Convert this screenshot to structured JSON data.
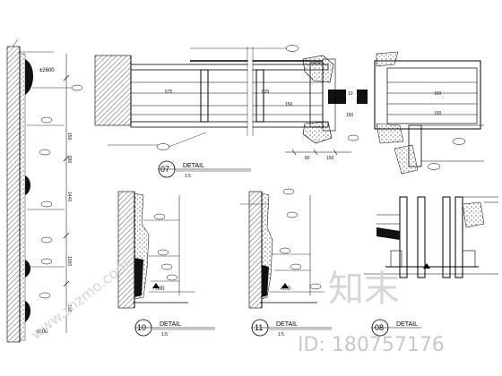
{
  "details": [
    {
      "number": "07",
      "title": "DETAIL",
      "scale": "1:5"
    },
    {
      "number": "10",
      "title": "DETAIL",
      "scale": "1:5"
    },
    {
      "number": "11",
      "title": "DETAIL",
      "scale": "1:5"
    },
    {
      "number": "08",
      "title": "DETAIL",
      "scale": ""
    }
  ],
  "elevations": {
    "left_top": "±2600",
    "left_bottom": "±000",
    "d10": "+000",
    "d11": "-000"
  },
  "dimensions": {
    "d07_a": "575",
    "d07_b": "620",
    "d07_c": "150",
    "d07_d": "10",
    "d07_e": "150",
    "d07_f": "80",
    "d07_g": "150",
    "d07_h": "160",
    "d07_i": "150",
    "left_a": "150",
    "left_b": "580",
    "left_c": "1440",
    "left_d": "1000",
    "left_e": "150"
  },
  "watermark": {
    "site": "www.znzmo.com",
    "brand": "知末",
    "id": "ID: 180757176"
  },
  "colors": {
    "line": "#000000",
    "hatch": "#444444",
    "watermark": "#d0d0d0"
  }
}
